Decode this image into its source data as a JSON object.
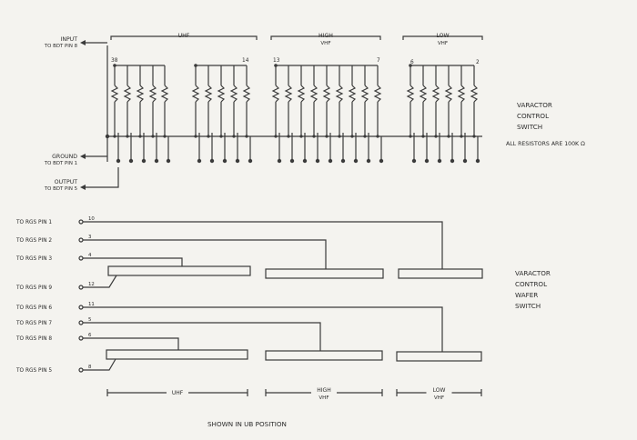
{
  "top_section": {
    "bands": [
      {
        "id": "uhf",
        "label": "UHF",
        "label2": ""
      },
      {
        "id": "high",
        "label": "HIGH",
        "label2": "VHF"
      },
      {
        "id": "low",
        "label": "LOW",
        "label2": "VHF"
      }
    ],
    "channel_markers": [
      "38",
      "14",
      "13",
      "7",
      "6",
      "2"
    ],
    "left_labels": {
      "input_1": "INPUT",
      "input_2": "TO BDT PIN 8",
      "ground_1": "GROUND",
      "ground_2": "TO BDT PIN 1",
      "output_1": "OUTPUT",
      "output_2": "TO BDT PIN 5"
    },
    "title_lines": [
      "VARACTOR",
      "CONTROL",
      "SWITCH"
    ],
    "resistor_note": "ALL RESISTORS ARE 100K Ω"
  },
  "wafer_section": {
    "row_labels": [
      "TO RGS PIN 1",
      "TO RGS PIN 2",
      "TO RGS PIN 3",
      "TO RGS PIN 9",
      "TO RGS PIN 6",
      "TO RGS PIN 7",
      "TO RGS PIN 8",
      "TO RGS PIN 5"
    ],
    "terminal_numbers": [
      "10",
      "3",
      "4",
      "12",
      "11",
      "5",
      "6",
      "8"
    ],
    "title_lines": [
      "VARACTOR",
      "CONTROL",
      "WAFER",
      "SWITCH"
    ],
    "bands": [
      {
        "id": "uhf",
        "label": "UHF",
        "label2": ""
      },
      {
        "id": "high",
        "label": "HIGH",
        "label2": "VHF"
      },
      {
        "id": "low",
        "label": "LOW",
        "label2": "VHF"
      }
    ],
    "caption": "SHOWN IN UB POSITION"
  }
}
